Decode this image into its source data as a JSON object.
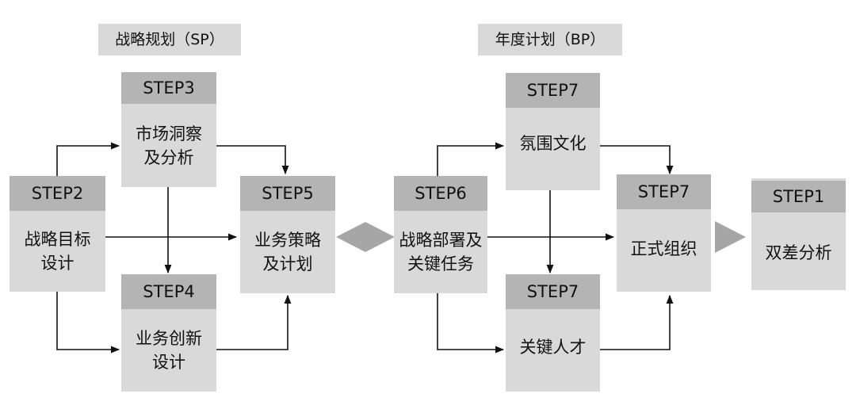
{
  "sections": {
    "sp": "战略规划（SP）",
    "bp": "年度计划（BP）"
  },
  "boxes": {
    "step2": {
      "step": "STEP2",
      "text": "战略目标设计"
    },
    "step3": {
      "step": "STEP3",
      "text": "市场洞察及分析"
    },
    "step4": {
      "step": "STEP4",
      "text": "业务创新设计"
    },
    "step5": {
      "step": "STEP5",
      "text": "业务策略及计划"
    },
    "step6": {
      "step": "STEP6",
      "text": "战略部署及关键任务"
    },
    "step7_culture": {
      "step": "STEP7",
      "text": "氛围文化"
    },
    "step7_talent": {
      "step": "STEP7",
      "text": "关键人才"
    },
    "step7_org": {
      "step": "STEP7",
      "text": "正式组织"
    },
    "step1": {
      "step": "STEP1",
      "text": "双差分析"
    }
  },
  "colors": {
    "box_body": "#d9d9d9",
    "box_header": "#b4b4b4",
    "connector": "#111111",
    "section_label_bg": "#d9d9d9",
    "diamond": "#a6a6a6"
  }
}
